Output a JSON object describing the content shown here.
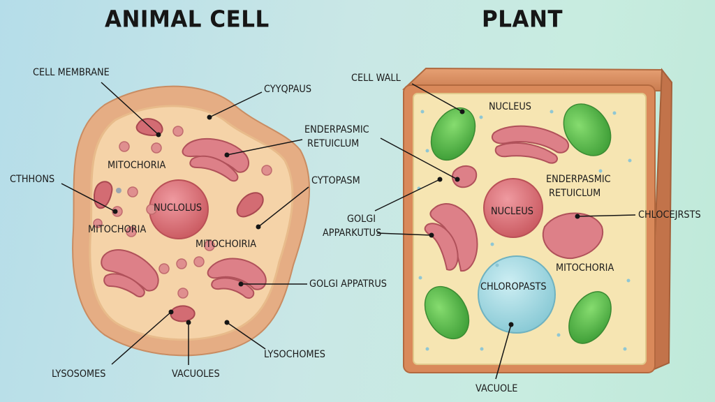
{
  "titles": {
    "animal": "ANIMAL CELL",
    "plant": "PLANT"
  },
  "animal_labels": {
    "cell_membrane": "CELL MEMBRANE",
    "cytoplasm_top": "CYYQPAUS",
    "er_1": "ENDERPASMIC",
    "er_2": "RETUICLUM",
    "cythons": "CTHHONS",
    "mitochoria_upper": "MITOCHORIA",
    "nucleolus": "NUCLOLUS",
    "cytoplasm_right": "CYTOPASM",
    "mitochoria_left": "MITOCHORIA",
    "mitochoiria": "MITOCHOIRIA",
    "golgi": "GOLGI APPATRUS",
    "lysochomes": "LYSOCHOMES",
    "lysosomes": "LYSOSOMES",
    "vacuoles": "VACUOLES"
  },
  "plant_labels": {
    "cell_wall": "CELL WALL",
    "nucleus_top": "NUCLEUS",
    "golgi_1": "GOLGI",
    "golgi_2": "APPARKUTUS",
    "nucleus": "NUCLEUS",
    "er_1": "ENDERPASMIC",
    "er_2": "RETUICLUM",
    "chlocerists": "CHLOCEJRSTS",
    "mitochoria": "MITOCHORIA",
    "chloropasts": "CHLOROPASTS",
    "vacuole": "VACUOLE"
  },
  "colors": {
    "animal_membrane": "#e9b98f",
    "animal_cytoplasm": "#f4d0a4",
    "organelle_red": "#d9737a",
    "nucleus": "#d9767c",
    "plant_wall": "#d98a5c",
    "plant_cytoplasm": "#f6e6b2",
    "chloroplast": "#5cc04e",
    "vacuole": "#a6dbe4"
  }
}
